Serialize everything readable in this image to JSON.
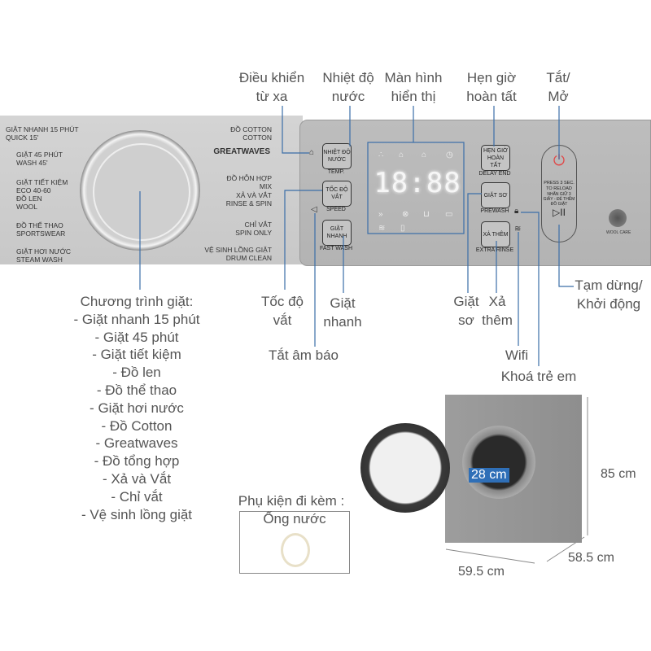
{
  "top_callouts": [
    {
      "line1": "Điều khiển",
      "line2": "từ xa"
    },
    {
      "line1": "Nhiệt độ",
      "line2": "nước"
    },
    {
      "line1": "Màn hình",
      "line2": "hiển thị"
    },
    {
      "line1": "Hẹn giờ",
      "line2": "hoàn tất"
    },
    {
      "line1": "Tắt/",
      "line2": "Mở"
    }
  ],
  "programs_left": [
    {
      "vi": "GIẶT NHANH 15 PHÚT",
      "en": "QUICK 15'"
    },
    {
      "vi": "GIẶT 45 PHÚT",
      "en": "WASH 45'"
    },
    {
      "vi": "GIẶT TIẾT KIỆM",
      "en": "ECO 40-60"
    },
    {
      "vi": "ĐỒ LEN",
      "en": "WOOL"
    },
    {
      "vi": "ĐỒ THỂ THAO",
      "en": "SPORTSWEAR"
    },
    {
      "vi": "GIẶT HƠI NƯỚC",
      "en": "STEAM WASH"
    }
  ],
  "programs_right": [
    {
      "vi": "ĐỒ COTTON",
      "en": "COTTON"
    },
    {
      "vi": "GREATWAVES",
      "en": ""
    },
    {
      "vi": "ĐỒ HỖN HỢP",
      "en": "MIX"
    },
    {
      "vi": "XẢ VÀ VẮT",
      "en": "RINSE & SPIN"
    },
    {
      "vi": "CHỈ VẮT",
      "en": "SPIN ONLY"
    },
    {
      "vi": "VỆ SINH LỒNG GIẶT",
      "en": "DRUM CLEAN"
    }
  ],
  "buttons": {
    "temp": {
      "label": "NHIỆT ĐỘ NƯỚC",
      "sub": "TEMP."
    },
    "speed": {
      "label": "TỐC ĐỘ VẮT",
      "sub": "SPEED"
    },
    "fast": {
      "label": "GIẶT NHANH",
      "sub": "FAST WASH"
    },
    "delay": {
      "label": "HẸN GIỜ HOÀN TẤT",
      "sub": "DELAY END"
    },
    "prewash": {
      "label": "GIẶT SƠ",
      "sub": "PREWASH"
    },
    "rinse": {
      "label": "XẢ THÊM",
      "sub": "EXTRA RINSE"
    }
  },
  "display": {
    "digits": "18:88"
  },
  "power": {
    "text1": "PRESS 3 SEC. TO RELOAD",
    "text2": "NHẤN GIỮ 3 GIÂY - ĐỂ THÊM ĐỒ GIẶT",
    "play": "▷II"
  },
  "wool_care": "WOOL CARE",
  "bottom_callouts": {
    "program_title": "Chương trình giặt:",
    "program_list": [
      "- Giặt nhanh 15 phút",
      "- Giặt 45 phút",
      "- Giặt tiết kiệm",
      "- Đồ len",
      "- Đồ thể thao",
      "- Giặt hơi nước",
      "- Đồ Cotton",
      "- Greatwaves",
      "- Đồ tổng hợp",
      "- Xả và Vắt",
      "- Chỉ vắt",
      "- Vệ sinh lồng giặt"
    ],
    "speed": {
      "line1": "Tốc độ",
      "line2": "vắt"
    },
    "fast": {
      "line1": "Giặt",
      "line2": "nhanh"
    },
    "mute": "Tắt âm báo",
    "prewash": {
      "line1": "Giặt",
      "line2": "sơ"
    },
    "rinse": {
      "line1": "Xả",
      "line2": "thêm"
    },
    "wifi": "Wifi",
    "childlock": "Khoá trẻ em",
    "pause": {
      "line1": "Tạm dừng/",
      "line2": "Khởi động"
    }
  },
  "accessory": {
    "title": "Phụ kiện đi kèm :",
    "item": "Ống nước"
  },
  "dimensions": {
    "door": "28 cm",
    "height": "85 cm",
    "width": "59.5 cm",
    "depth": "58.5 cm"
  },
  "colors": {
    "callout_line": "#3b6ea8",
    "text": "#555555",
    "power_icon": "#e04848"
  }
}
